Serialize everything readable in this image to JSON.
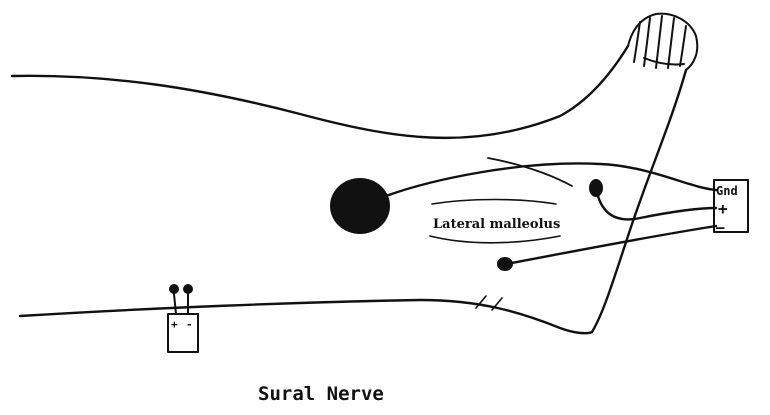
{
  "labels": {
    "malleolus": "Lateral malleolus",
    "caption": "Sural Nerve"
  },
  "connector": {
    "gnd": "Gnd",
    "plus": "+",
    "minus": "—"
  },
  "stimulator": {
    "plus": "+",
    "minus": "-"
  },
  "colors": {
    "ink": "#111111",
    "paper": "#ffffff"
  }
}
